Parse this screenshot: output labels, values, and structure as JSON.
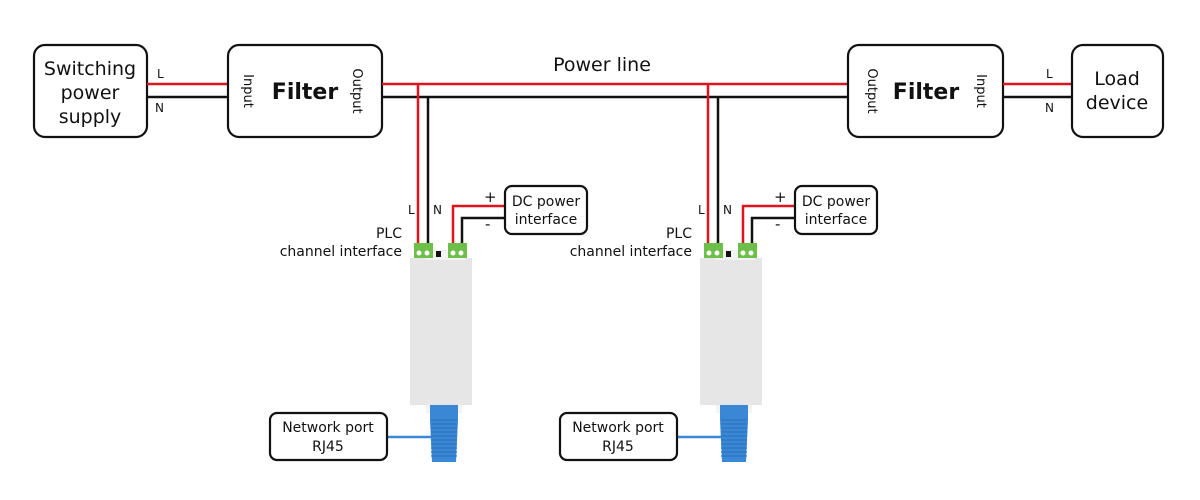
{
  "title": "Power line",
  "source": {
    "label_lines": [
      "Switching",
      "power",
      "supply"
    ]
  },
  "filter_left": {
    "name": "Filter",
    "input": "Input",
    "output": "Output"
  },
  "filter_right": {
    "name": "Filter",
    "input": "Input",
    "output": "Output"
  },
  "load": {
    "label_lines": [
      "Load",
      "device"
    ]
  },
  "wire_labels": {
    "live": "L",
    "neutral": "N",
    "plus": "+",
    "minus": "-"
  },
  "plc": {
    "label_lines": [
      "PLC",
      "channel interface"
    ]
  },
  "dc": {
    "label_lines": [
      "DC power",
      "interface"
    ]
  },
  "network": {
    "label_lines": [
      "Network port",
      "RJ45"
    ]
  },
  "colors": {
    "live": "#e0141e",
    "neutral": "#111111",
    "terminal": "#6cc04a",
    "body": "#e6e6e6",
    "rj45": "#3a87d6"
  }
}
